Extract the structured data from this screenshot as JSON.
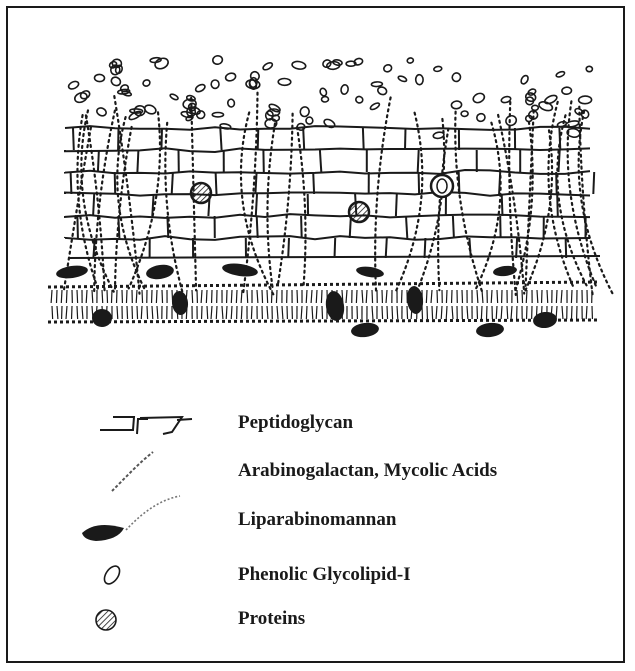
{
  "legend": {
    "peptidoglycan": "Peptidoglycan",
    "arabinogalactan": "Arabinogalactan, Mycolic Acids",
    "liparabinomannan": "Liparabinomannan",
    "phenolic": "Phenolic Glycolipid-I",
    "proteins": "Proteins"
  },
  "colors": {
    "ink": "#1a1a1a",
    "paper": "#ffffff"
  }
}
